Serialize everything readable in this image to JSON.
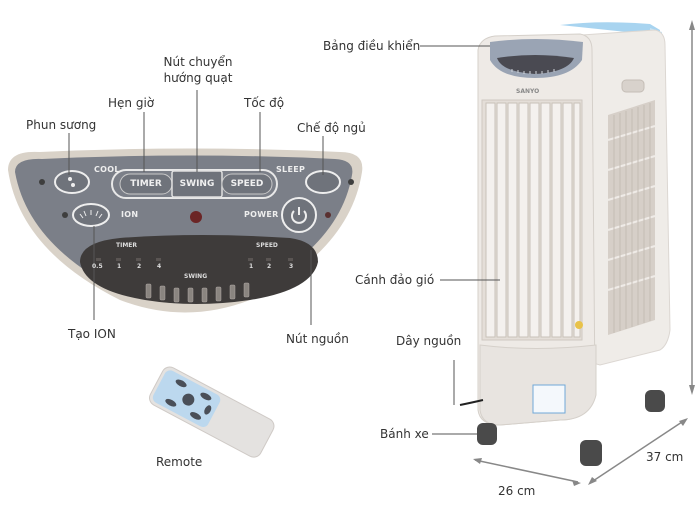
{
  "callouts": {
    "misting": "Phun sương",
    "timer": "Hẹn giờ",
    "swing_line1": "Nút chuyển",
    "swing_line2": "hướng quạt",
    "speed": "Tốc độ",
    "sleep_mode": "Chế độ ngủ",
    "control_panel": "Bảng điều khiển",
    "ion": "Tạo ION",
    "power_button": "Nút nguồn",
    "louvers": "Cánh đảo gió",
    "power_cord": "Dây nguồn",
    "wheels": "Bánh xe",
    "remote": "Remote"
  },
  "dimensions": {
    "width": "26 cm",
    "depth": "37 cm"
  },
  "panel": {
    "cool": "COOL",
    "timer": "TIMER",
    "swing": "SWING",
    "speed": "SPEED",
    "sleep": "SLEEP",
    "ion": "ION",
    "power": "POWER",
    "display_timer": "TIMER",
    "display_speed": "SPEED",
    "display_swing": "SWING",
    "timer_levels": [
      "0.5",
      "1",
      "2",
      "4"
    ],
    "speed_levels": [
      "1",
      "2",
      "3"
    ],
    "swing_indicator_count": 8
  },
  "product": {
    "brand": "SANYO"
  },
  "colors": {
    "panel_gray": "#7b7f88",
    "panel_rim": "#d9d2c8",
    "display_dark": "#3e3b3a",
    "body_white": "#eeeae6",
    "accent_blue": "#a8d4f0",
    "wheel_dark": "#4a4a4a"
  }
}
